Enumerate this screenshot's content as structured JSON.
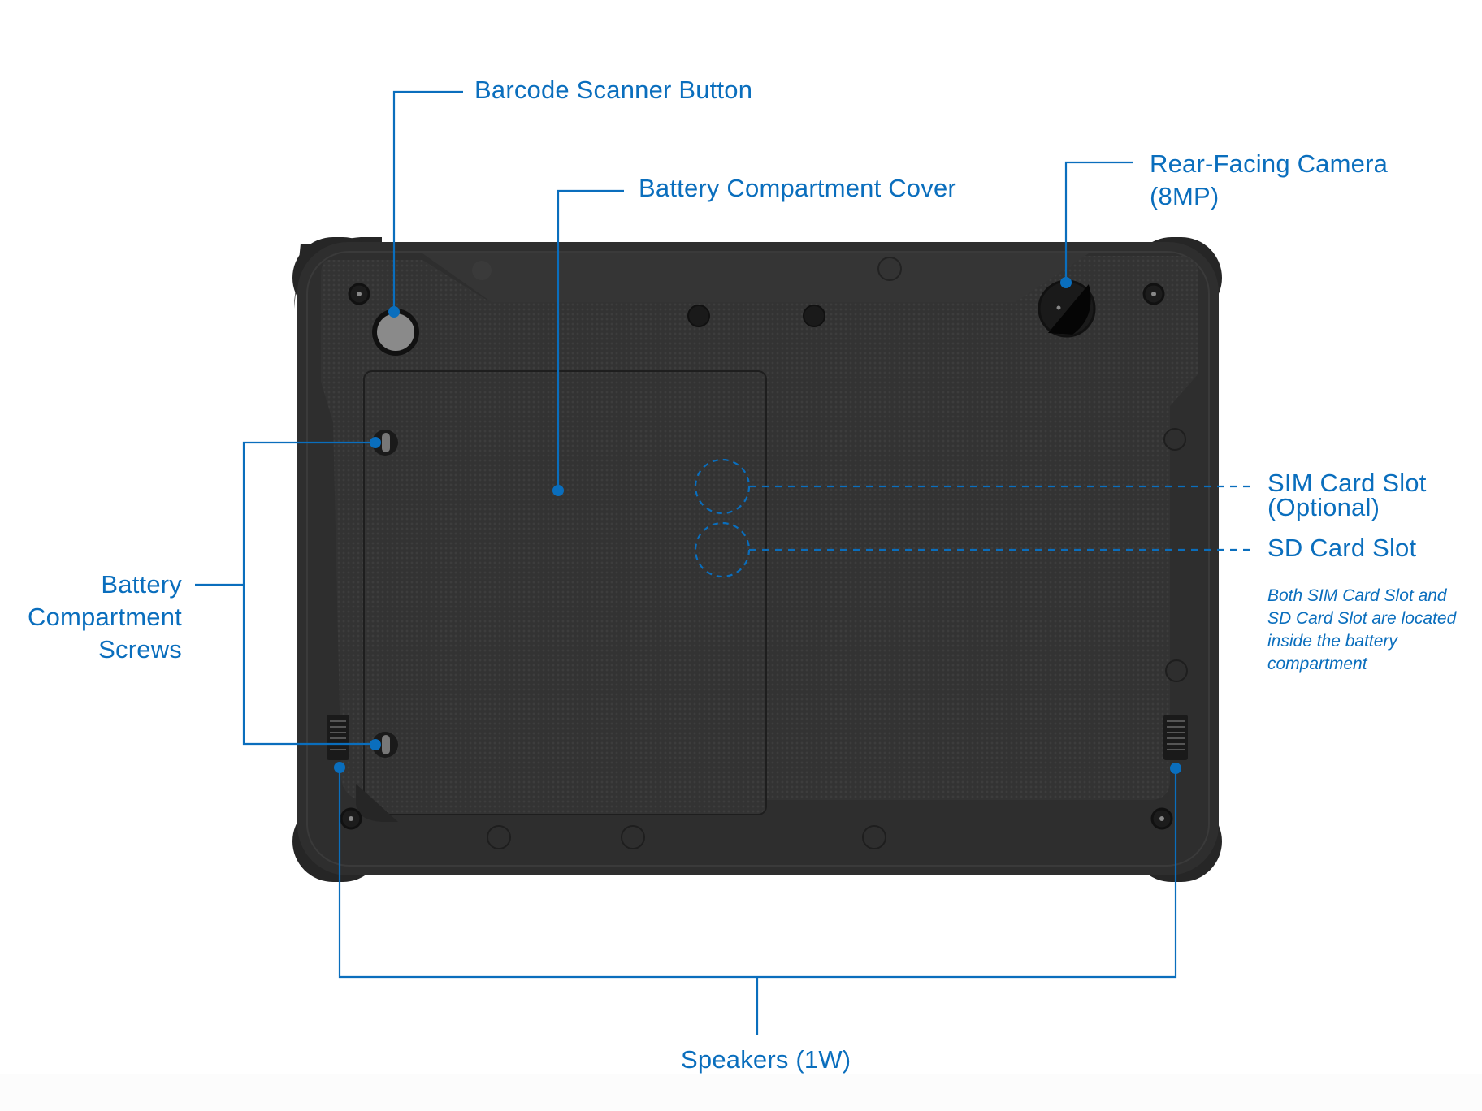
{
  "diagram": {
    "subject": "Rugged tablet rear view",
    "accent_color": "#0a6ebd",
    "device_color": "#2f2f2f",
    "callouts": {
      "barcode_scanner": {
        "label": "Barcode Scanner Button"
      },
      "battery_cover": {
        "label": "Battery Compartment Cover"
      },
      "rear_camera": {
        "line1": "Rear-Facing Camera",
        "line2": "(8MP)"
      },
      "battery_screws": {
        "line1": "Battery",
        "line2": "Compartment",
        "line3": "Screws"
      },
      "sim_slot": {
        "line1": "SIM Card Slot",
        "line2": "(Optional)"
      },
      "sd_slot": {
        "label": "SD Card Slot"
      },
      "slot_note": {
        "line1": "Both SIM Card Slot and",
        "line2": "SD Card Slot are located",
        "line3": "inside the battery",
        "line4": "compartment"
      },
      "speakers": {
        "label": "Speakers (1W)"
      }
    }
  }
}
